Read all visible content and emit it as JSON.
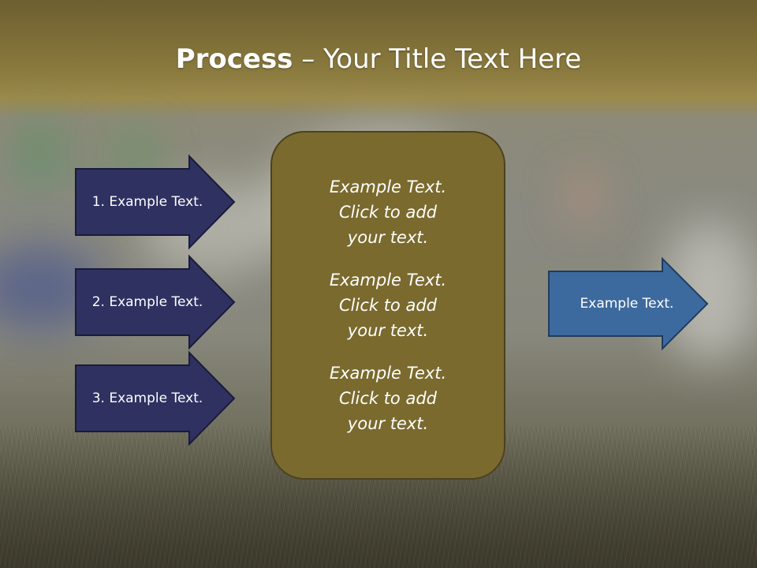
{
  "title": {
    "bold": "Process",
    "rest": " – Your Title Text Here"
  },
  "inputs": [
    {
      "label": "1. Example Text."
    },
    {
      "label": "2. Example Text."
    },
    {
      "label": "3. Example Text."
    }
  ],
  "center": {
    "items": [
      "Example Text.\nClick  to add\nyour text.",
      "Example Text.\nClick  to add\nyour text.",
      "Example Text.\nClick  to add\nyour text."
    ]
  },
  "output": {
    "label": "Example Text."
  },
  "colors": {
    "input_arrow_fill": "#2f3161",
    "input_arrow_stroke": "#1a1b3a",
    "center_fill": "#7a6a2e",
    "center_stroke": "#4c4220",
    "output_arrow_fill": "#3d6a9e",
    "output_arrow_stroke": "#1f3b5c"
  }
}
